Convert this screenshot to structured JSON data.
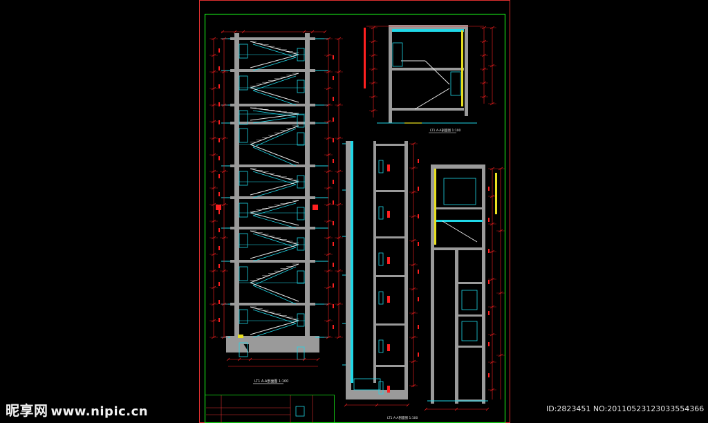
{
  "drawing": {
    "titles": {
      "section_1": "LT1 A-A剖面图 1:100",
      "section_2": "LT1 A-A剖面图 1:100",
      "section_3": "LT1 A-A剖面图 1:100"
    },
    "colors": {
      "border_red": "#e03030",
      "frame_green": "#18e018",
      "structure_cyan": "#20d8e8",
      "wall_fill": "#9a9a9a",
      "dimension_red": "#ff2020",
      "stair_white": "#e8e8e8",
      "guide_yellow": "#e8e020"
    }
  },
  "watermark": {
    "logo_text": "昵享网",
    "url_text": "www.nipic.cn",
    "id_text": "ID:2823451 NO:20110523123033554366"
  }
}
